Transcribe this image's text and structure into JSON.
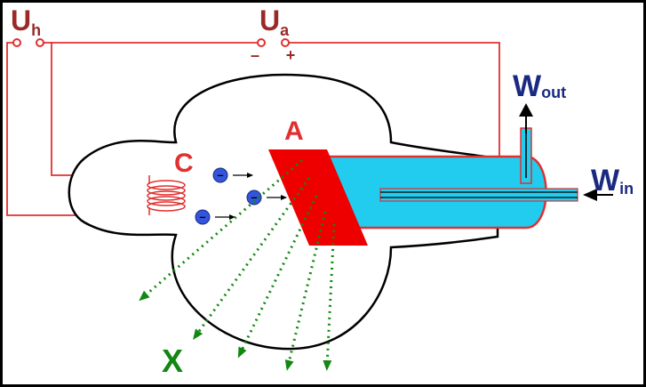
{
  "labels": {
    "uh_main": "U",
    "uh_sub": "h",
    "ua_main": "U",
    "ua_sub": "a",
    "ua_minus": "–",
    "ua_plus": "+",
    "cathode": "C",
    "anode": "A",
    "wout_main": "W",
    "wout_sub": "out",
    "win_main": "W",
    "win_sub": "in",
    "xray": "X",
    "electron_sign": "–"
  },
  "colors": {
    "circuit": "#e03030",
    "label_red_dark": "#9a2a2a",
    "anode": "#ee0000",
    "coolant": "#22ccee",
    "electron": "#3355dd",
    "xray": "#118811",
    "label_blue": "#1a2a80",
    "outline": "#000000"
  }
}
